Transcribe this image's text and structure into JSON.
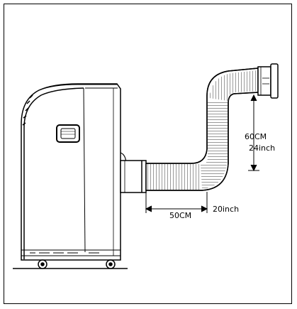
{
  "diagram": {
    "dimensions": {
      "horizontal_cm": "50CM",
      "horizontal_inch": "20inch",
      "vertical_cm": "60CM",
      "vertical_inch": "24inch"
    },
    "colors": {
      "line": "#000000",
      "background": "#ffffff"
    }
  }
}
